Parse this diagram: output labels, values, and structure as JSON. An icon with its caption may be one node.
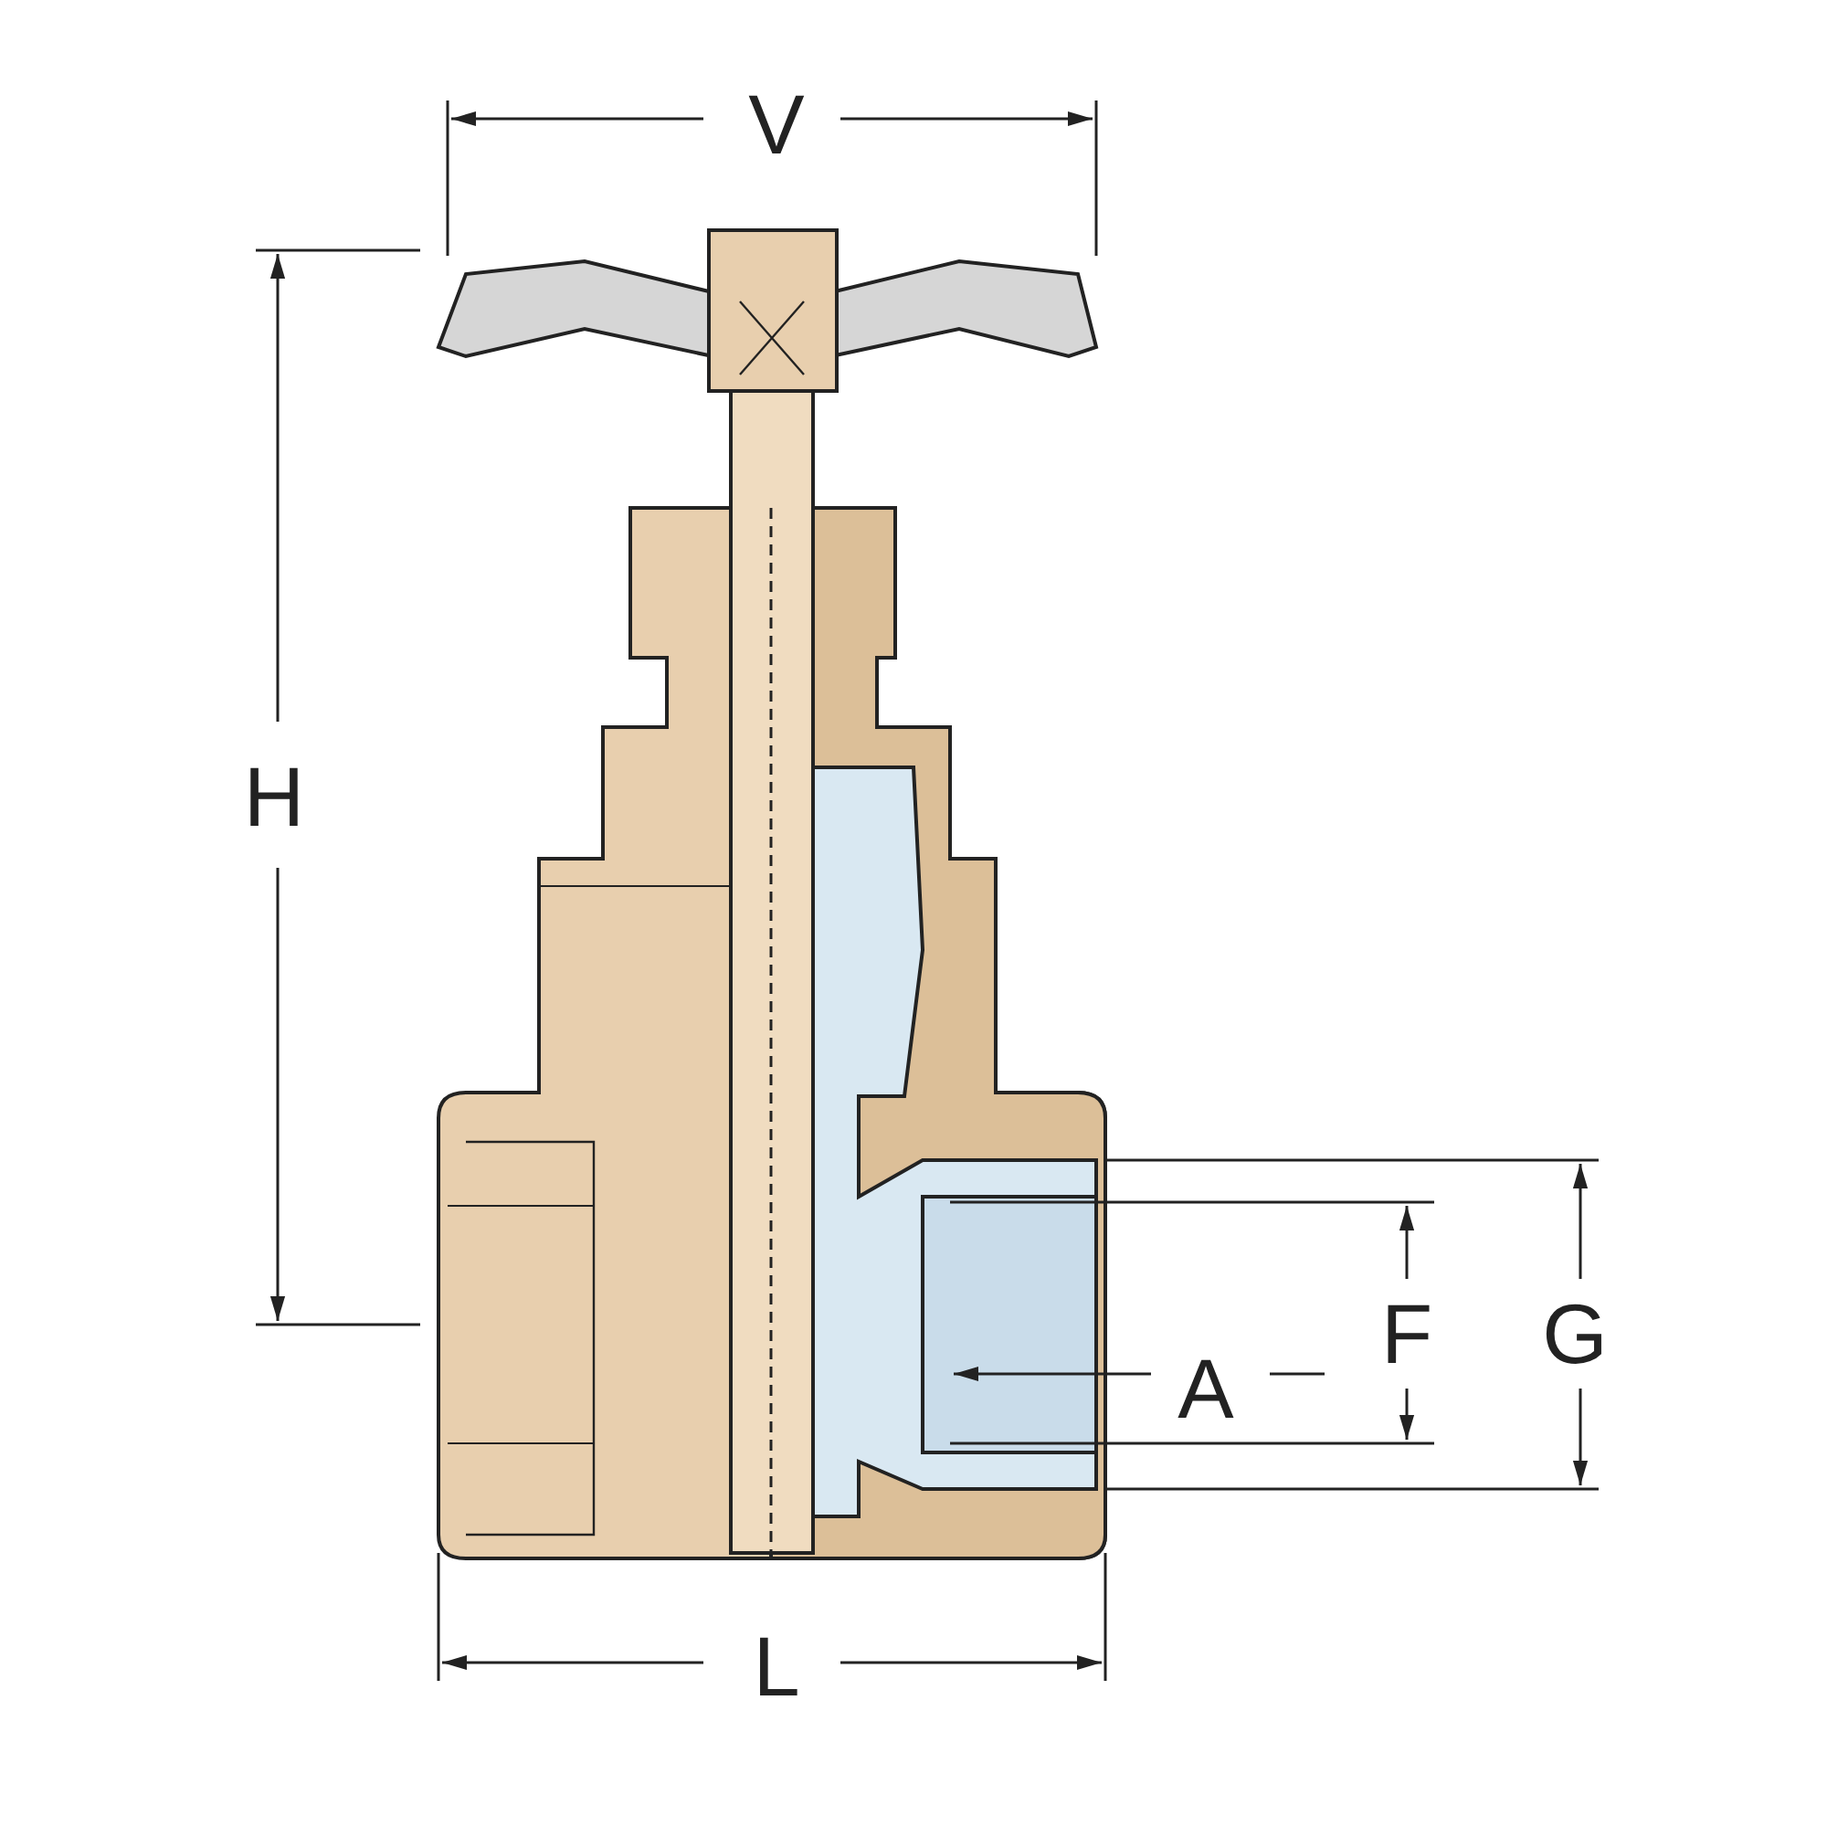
{
  "diagram": {
    "labels": [
      "V",
      "H",
      "F",
      "G",
      "A",
      "L"
    ]
  }
}
